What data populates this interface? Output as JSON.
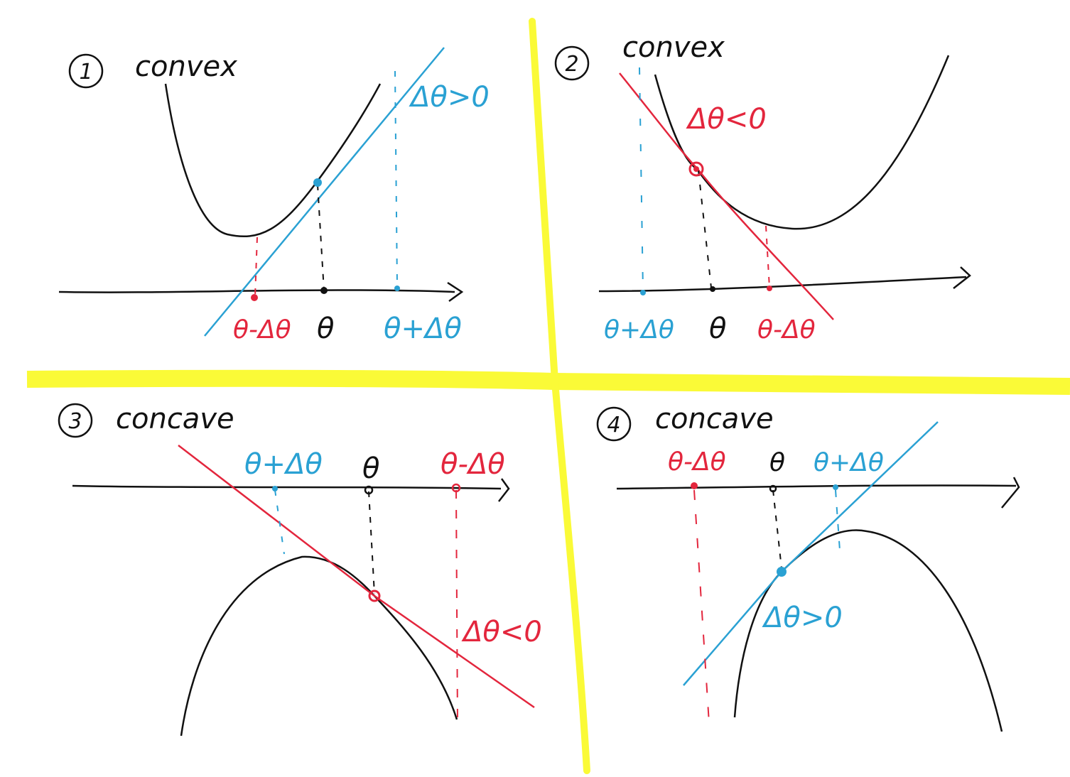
{
  "colors": {
    "ink": "#111111",
    "blue": "#2aa1d3",
    "red": "#e3263d",
    "divider": "#fafa37"
  },
  "panels": [
    {
      "number": "1",
      "title": "convex",
      "tangent_label": "Δθ>0",
      "theta_label": "θ",
      "left_label": "θ-Δθ",
      "right_label": "θ+Δθ"
    },
    {
      "number": "2",
      "title": "convex",
      "tangent_label": "Δθ<0",
      "theta_label": "θ",
      "left_label": "θ+Δθ",
      "right_label": "θ-Δθ"
    },
    {
      "number": "3",
      "title": "concave",
      "tangent_label": "Δθ<0",
      "theta_label": "θ",
      "left_label": "θ+Δθ",
      "right_label": "θ-Δθ"
    },
    {
      "number": "4",
      "title": "concave",
      "tangent_label": "Δθ>0",
      "theta_label": "θ",
      "left_label": "θ-Δθ",
      "right_label": "θ+Δθ"
    }
  ]
}
